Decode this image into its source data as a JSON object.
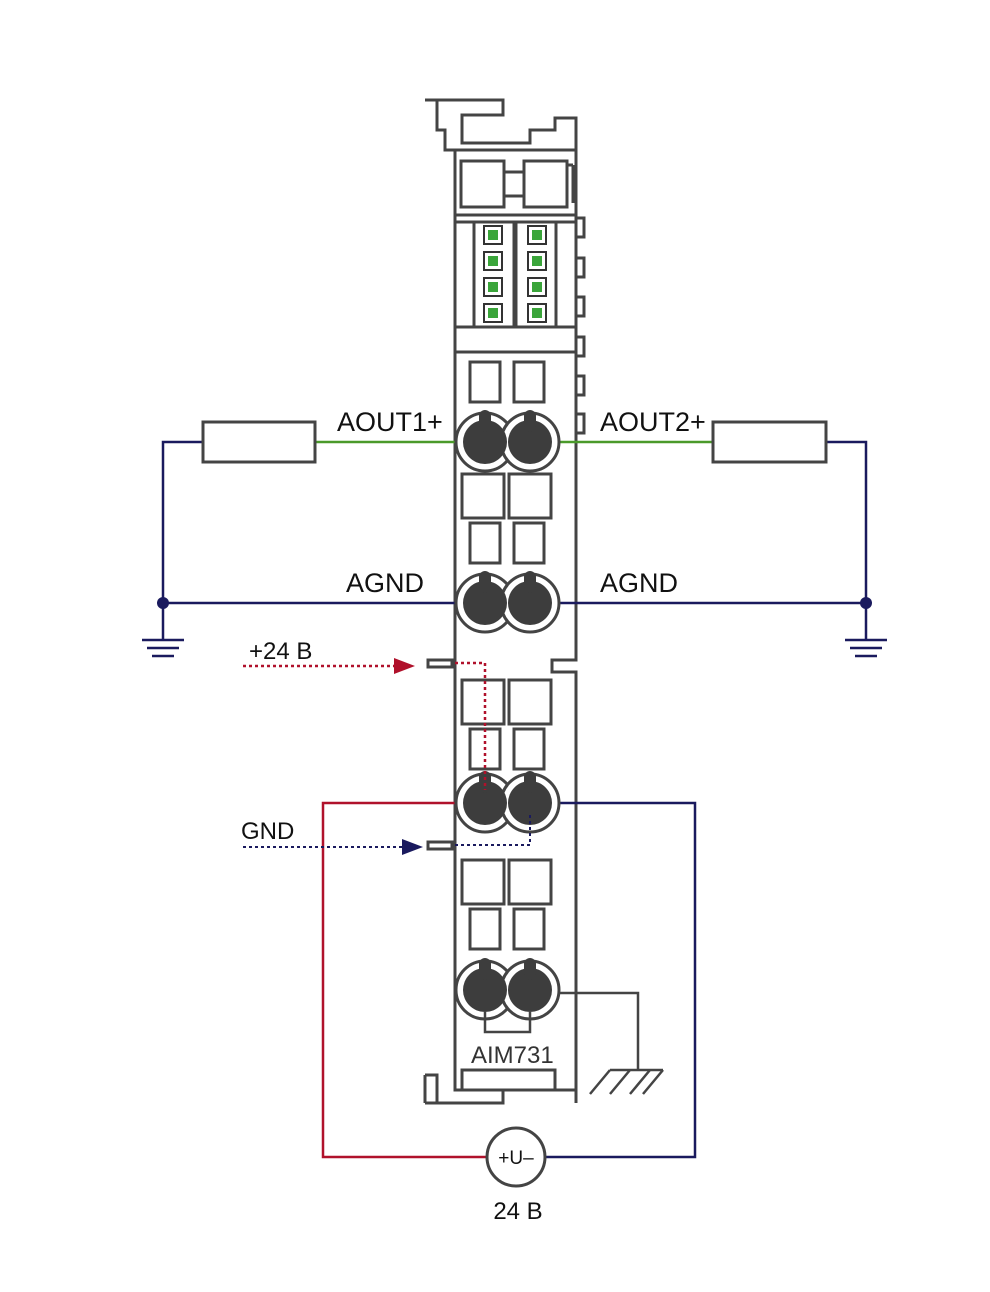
{
  "labels": {
    "aout1": "AOUT1+",
    "aout2": "AOUT2+",
    "agnd_left": "AGND",
    "agnd_right": "AGND",
    "plus24": "+24 В",
    "gnd": "GND",
    "model": "AIM731",
    "source_symbol": "+U–",
    "source_voltage": "24 В"
  },
  "colors": {
    "signal_green": "#4a9a2a",
    "navy": "#1a1a5e",
    "red": "#b0112b",
    "body_gray": "#444444",
    "terminal_dark": "#3d3d3d",
    "led_green": "#3aa53a"
  }
}
